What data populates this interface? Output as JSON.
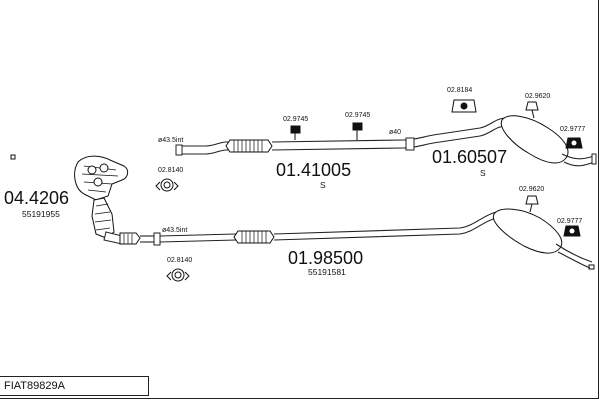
{
  "drawing_code": "FIAT89829A",
  "assemblies": [
    {
      "id": "manifold",
      "number": "04.4206",
      "oe": "55191955"
    },
    {
      "id": "upper-middle",
      "number": "01.41005",
      "suffix": "S"
    },
    {
      "id": "upper-rear",
      "number": "01.60507",
      "suffix": "S"
    },
    {
      "id": "lower-middle-rear",
      "number": "01.98500",
      "oe": "55191581"
    }
  ],
  "parts": {
    "clamp_upper_front": "02.8140",
    "clamp_lower_front": "02.8140",
    "hanger_upper_1": "02.9745",
    "hanger_upper_2": "02.9745",
    "hanger_upper_3": "02.8184",
    "hanger_upper_4": "02.9620",
    "hanger_upper_5": "02.9777",
    "hanger_lower_1": "02.9620",
    "hanger_lower_2": "02.9777"
  },
  "pipe_labels": {
    "upper_diameter": "ø43.5int",
    "upper_diameter_2": "ø40",
    "lower_diameter": "ø43.5int"
  }
}
